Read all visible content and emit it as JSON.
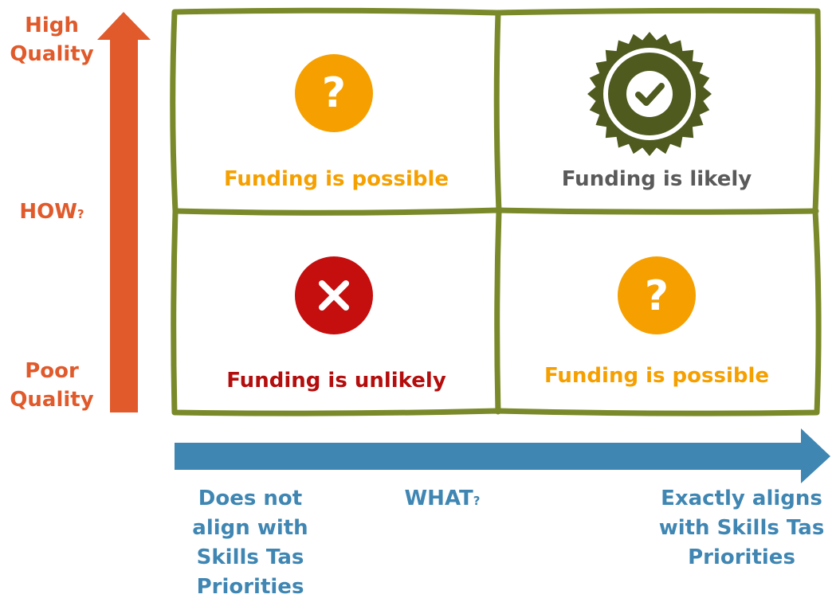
{
  "y_axis": {
    "top_label_line1": "High",
    "top_label_line2": "Quality",
    "middle_label": "HOW",
    "middle_suffix": "?",
    "bottom_label_line1": "Poor",
    "bottom_label_line2": "Quality",
    "color": "#e05a2b"
  },
  "x_axis": {
    "left_label_line1": "Does not",
    "left_label_line2": "align with",
    "left_label_line3": "Skills Tas",
    "left_label_line4": "Priorities",
    "middle_label": "WHAT",
    "middle_suffix": "?",
    "right_label_line1": "Exactly aligns",
    "right_label_line2": "with Skills Tas",
    "right_label_line3": "Priorities",
    "color": "#3f86b3"
  },
  "grid": {
    "border_color": "#7a8a2a"
  },
  "quadrants": {
    "top_left": {
      "label": "Funding is possible",
      "icon": "question-mark-icon",
      "color": "#f5a000"
    },
    "top_right": {
      "label": "Funding is likely",
      "icon": "check-badge-icon",
      "color": "#5a5a5a",
      "badge_color": "#4e5a1e"
    },
    "bottom_left": {
      "label": "Funding is unlikely",
      "icon": "cross-icon",
      "color": "#b40d0d",
      "circle_color": "#c50e0e"
    },
    "bottom_right": {
      "label": "Funding is possible",
      "icon": "question-mark-icon",
      "color": "#f5a000"
    }
  }
}
